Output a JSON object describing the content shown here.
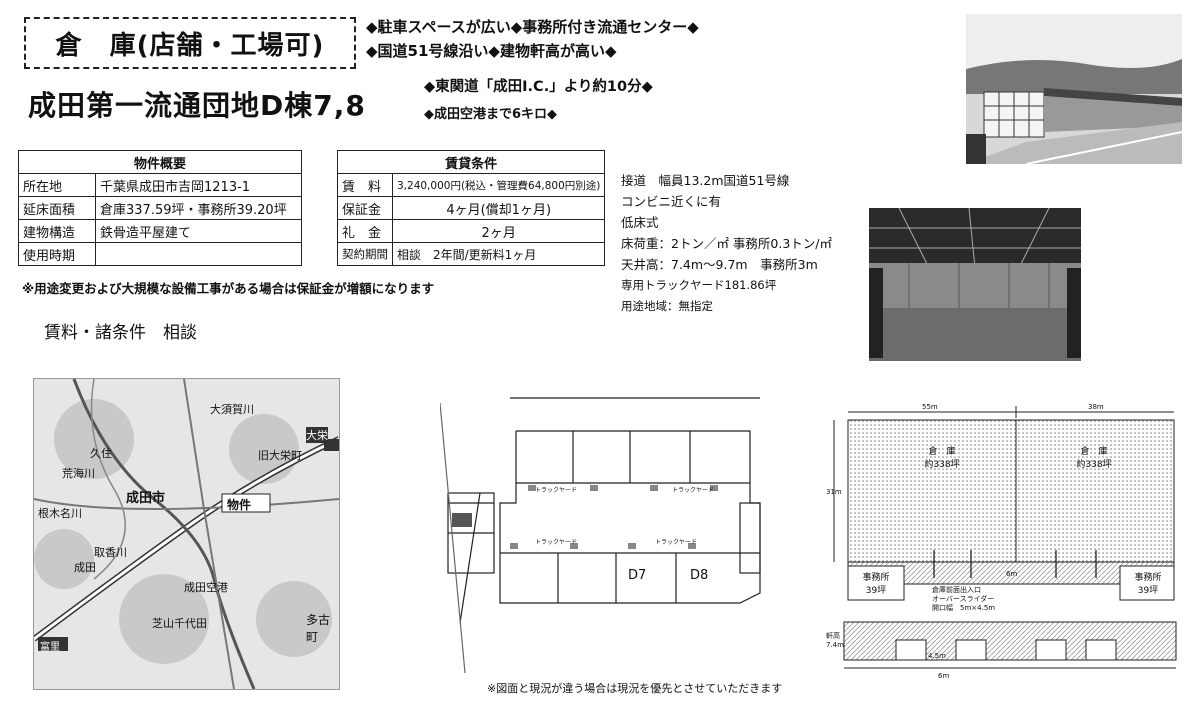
{
  "header": {
    "title": "倉　庫(店舗・工場可)",
    "features": [
      "◆駐車スペースが広い◆事務所付き流通センター◆",
      "◆国道51号線沿い◆建物軒高が高い◆",
      "◆東関道「成田I.C.」より約10分◆",
      "◆成田空港まで6キロ◆"
    ],
    "property_name": "成田第一流通団地D棟7,8"
  },
  "overview": {
    "heading": "物件概要",
    "rows": [
      {
        "label": "所在地",
        "value": "千葉県成田市吉岡1213-1"
      },
      {
        "label": "延床面積",
        "value": "倉庫337.59坪・事務所39.20坪"
      },
      {
        "label": "建物構造",
        "value": "鉄骨造平屋建て"
      },
      {
        "label": "使用時期",
        "value": ""
      }
    ]
  },
  "lease": {
    "heading": "賃貸条件",
    "rows": [
      {
        "label": "賃　料",
        "value": "3,240,000円(税込・管理費64,800円別途)"
      },
      {
        "label": "保証金",
        "value": "4ヶ月(償却1ヶ月)"
      },
      {
        "label": "礼　金",
        "value": "2ヶ月"
      },
      {
        "label": "契約期間",
        "value": "相談　2年間/更新料1ヶ月"
      }
    ]
  },
  "specs": [
    "接道　幅員13.2m国道51号線",
    "コンビニ近くに有",
    "低床式",
    "床荷重：2トン／㎡ 事務所0.3トン/㎡",
    "天井高：7.4m〜9.7m　事務所3m",
    "専用トラックヤード181.86坪",
    "用途地域：無指定"
  ],
  "notes": {
    "deposit_note": "※用途変更および大規模な設備工事がある場合は保証金が増額になります",
    "consult": "賃料・諸条件　相談",
    "footer": "※図面と現況が違う場合は現況を優先とさせていただきます"
  },
  "map": {
    "labels": [
      "大須賀川",
      "荒海川",
      "根木名川",
      "取香川",
      "成田市",
      "物件",
      "旧大栄町",
      "成田空港",
      "芝山千代田",
      "多古町",
      "成田",
      "久住",
      "大栄",
      "富里"
    ]
  },
  "floorplan": {
    "units": [
      "D7",
      "D8"
    ],
    "labels": [
      "トラックヤード",
      "トラックヤード",
      "トラックヤード",
      "トラックヤード"
    ]
  },
  "layout_plan": {
    "warehouses": [
      {
        "name": "倉　庫",
        "area": "約338坪"
      },
      {
        "name": "倉　庫",
        "area": "約338坪"
      }
    ],
    "offices": [
      {
        "name": "事務所",
        "area": "39坪"
      },
      {
        "name": "事務所",
        "area": "39坪"
      }
    ],
    "dims": {
      "w1": "55m",
      "w2": "38m",
      "depth": "31m",
      "yard": "6m"
    },
    "entrance": [
      "倉庫前面出入口",
      "オーバースライダー",
      "開口幅　5m×4.5m"
    ],
    "elevation": [
      "軒高",
      "7.4m",
      "4.5m",
      "6m"
    ]
  }
}
